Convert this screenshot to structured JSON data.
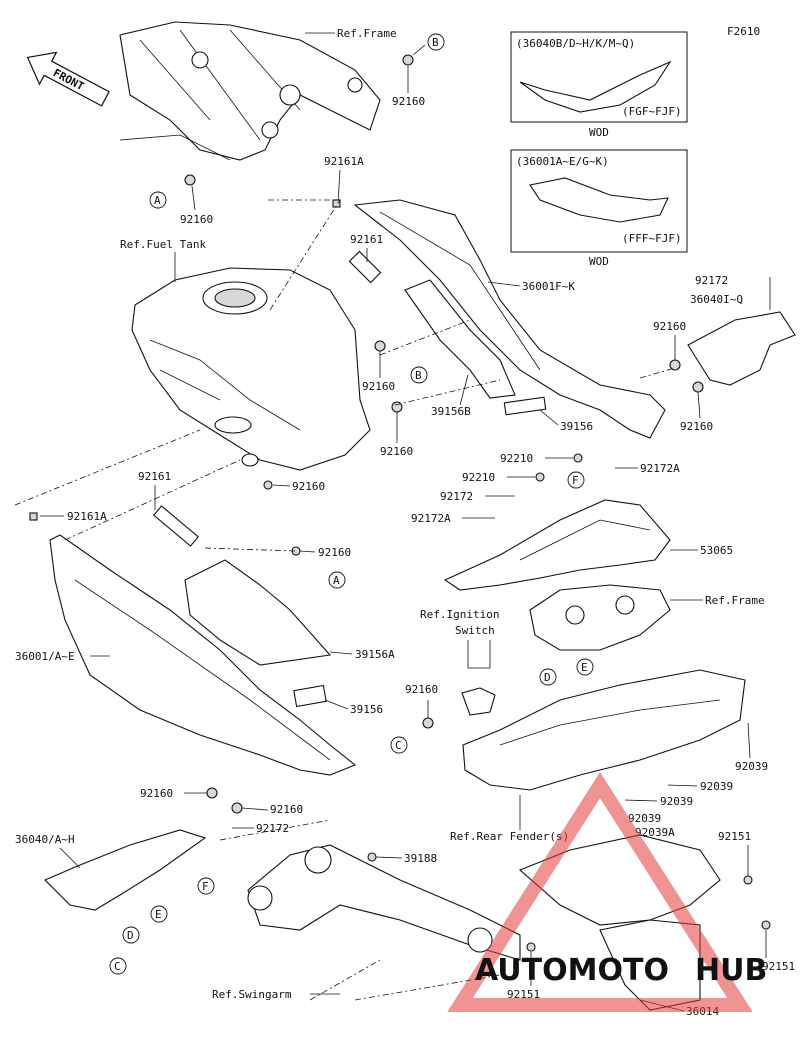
{
  "figure_code": "F2610",
  "front_label": "FRONT",
  "wod_boxes": [
    {
      "header": "(36040B/D~H/K/M~Q)",
      "range": "(FGF~FJF)",
      "note": "WOD"
    },
    {
      "header": "(36001A~E/G~K)",
      "range": "(FFF~FJF)",
      "note": "WOD"
    }
  ],
  "references": {
    "frame_top": "Ref.Frame",
    "fuel_tank": "Ref.Fuel Tank",
    "ignition_switch": "Ref.Ignition Switch",
    "frame_rear": "Ref.Frame",
    "rear_fender": "Ref.Rear Fender(s)",
    "swingarm": "Ref.Swingarm"
  },
  "part_numbers": {
    "p92160_a": "92160",
    "p92160_b": "92160",
    "p92160_c": "92160",
    "p92160_d": "92160",
    "p92160_e": "92160",
    "p92160_f": "92160",
    "p92160_g": "92160",
    "p92160_h": "92160",
    "p92160_i": "92160",
    "p92160_j": "92160",
    "p92160_k": "92160",
    "p92161A_a": "92161A",
    "p92161A_b": "92161A",
    "p92161_a": "92161",
    "p92161_b": "92161",
    "p36001F_K": "36001F~K",
    "p39156B": "39156B",
    "p39156_a": "39156",
    "p39156_b": "39156",
    "p39156A": "39156A",
    "p36001A_E": "36001/A~E",
    "p92172_a": "92172",
    "p36040I_Q": "36040I~Q",
    "p92210_a": "92210",
    "p92210_b": "92210",
    "p92172A_a": "92172A",
    "p92172_b": "92172",
    "p92172A_b": "92172A",
    "p53065": "53065",
    "p92039_a": "92039",
    "p92039_b": "92039",
    "p92039_c": "92039",
    "p92039_d": "92039",
    "p92039A": "92039A",
    "p92151_a": "92151",
    "p92151_b": "92151",
    "p92151_c": "92151",
    "p36040A_H": "36040/A~H",
    "p92172_c": "92172",
    "p39188": "39188",
    "p36014": "36014"
  },
  "callouts": {
    "A1": "A",
    "A2": "A",
    "B1": "B",
    "B2": "B",
    "C1": "C",
    "C2": "C",
    "D1": "D",
    "D2": "D",
    "E1": "E",
    "E2": "E",
    "F1": "F",
    "F2": "F"
  },
  "watermark": {
    "text_red": "AUTOMOTO",
    "text_grey": "HUB",
    "color_red": "#e23b3b",
    "color_grey": "#9a9a9a"
  }
}
